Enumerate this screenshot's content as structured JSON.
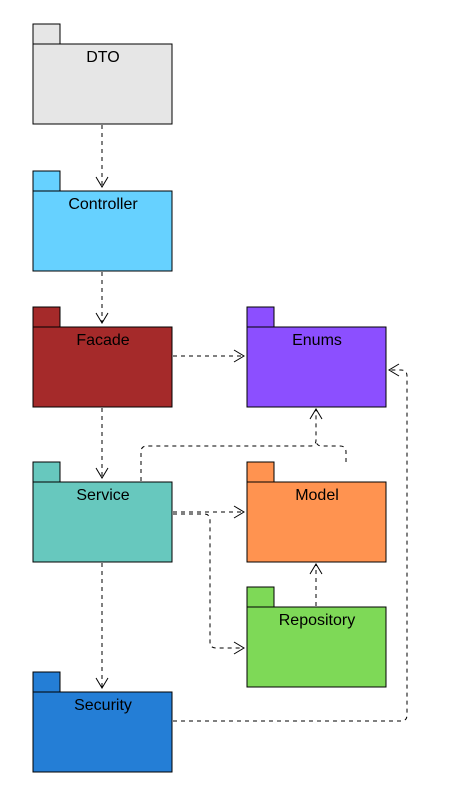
{
  "packages": {
    "dto": {
      "label": "DTO",
      "color": "#e6e6e6"
    },
    "controller": {
      "label": "Controller",
      "color": "#66d1ff"
    },
    "facade": {
      "label": "Facade",
      "color": "#a52a2a"
    },
    "enums": {
      "label": "Enums",
      "color": "#8c4fff"
    },
    "service": {
      "label": "Service",
      "color": "#67c8be"
    },
    "model": {
      "label": "Model",
      "color": "#ff9350"
    },
    "repository": {
      "label": "Repository",
      "color": "#7ed957"
    },
    "security": {
      "label": "Security",
      "color": "#247ed6"
    }
  },
  "dependencies": [
    {
      "from": "dto",
      "to": "controller",
      "style": "dashed-open-arrow"
    },
    {
      "from": "controller",
      "to": "facade",
      "style": "dashed-open-arrow"
    },
    {
      "from": "facade",
      "to": "enums",
      "style": "dashed-open-arrow"
    },
    {
      "from": "facade",
      "to": "service",
      "style": "dashed-open-arrow"
    },
    {
      "from": "service",
      "to": "enums",
      "style": "dashed-open-arrow"
    },
    {
      "from": "model",
      "to": "enums",
      "style": "dashed-open-arrow"
    },
    {
      "from": "service",
      "to": "model",
      "style": "dashed-open-arrow"
    },
    {
      "from": "service",
      "to": "repository",
      "style": "dashed-open-arrow"
    },
    {
      "from": "repository",
      "to": "model",
      "style": "dashed-open-arrow"
    },
    {
      "from": "service",
      "to": "security",
      "style": "dashed-open-arrow"
    },
    {
      "from": "security",
      "to": "enums",
      "style": "dashed-open-arrow"
    }
  ]
}
